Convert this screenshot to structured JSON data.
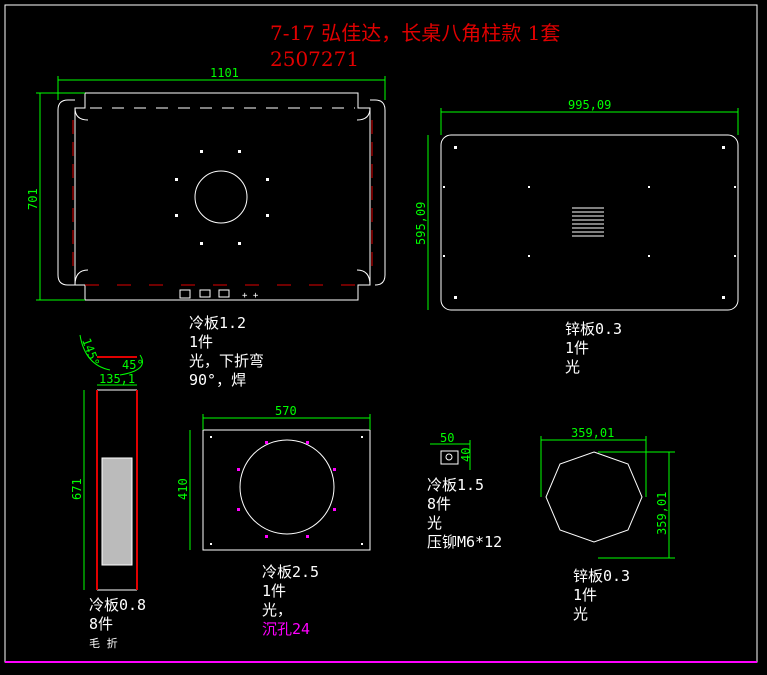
{
  "title": {
    "line1": "7-17 弘佳达，长桌八角柱款 1套",
    "line2": "2507271"
  },
  "parts": [
    {
      "dims": [
        "1101",
        "701"
      ],
      "notes": [
        "冷板1.2",
        "1件",
        "光，下折弯",
        "90°，焊"
      ]
    },
    {
      "dims": [
        "995,09",
        "595,09"
      ],
      "notes": [
        "锌板0.3",
        "1件",
        "光"
      ]
    },
    {
      "dims": [
        "135,1",
        "671",
        "145°",
        "45°"
      ],
      "notes": [
        "冷板0.8",
        "8件",
        "毛 折"
      ]
    },
    {
      "dims": [
        "570",
        "410"
      ],
      "notes": [
        "冷板2.5",
        "1件",
        "光，",
        "沉孔24"
      ]
    },
    {
      "dims": [
        "50",
        "40"
      ],
      "notes": [
        "冷板1.5",
        "8件",
        "光",
        "压铆M6*12"
      ]
    },
    {
      "dims": [
        "359,01",
        "359,01"
      ],
      "notes": [
        "锌板0.3",
        "1件",
        "光"
      ]
    }
  ],
  "colors": {
    "background": "#000000",
    "dimension": "#00ff00",
    "title": "#e00000",
    "outline": "#ffffff",
    "highlight": "#ff00ff"
  }
}
